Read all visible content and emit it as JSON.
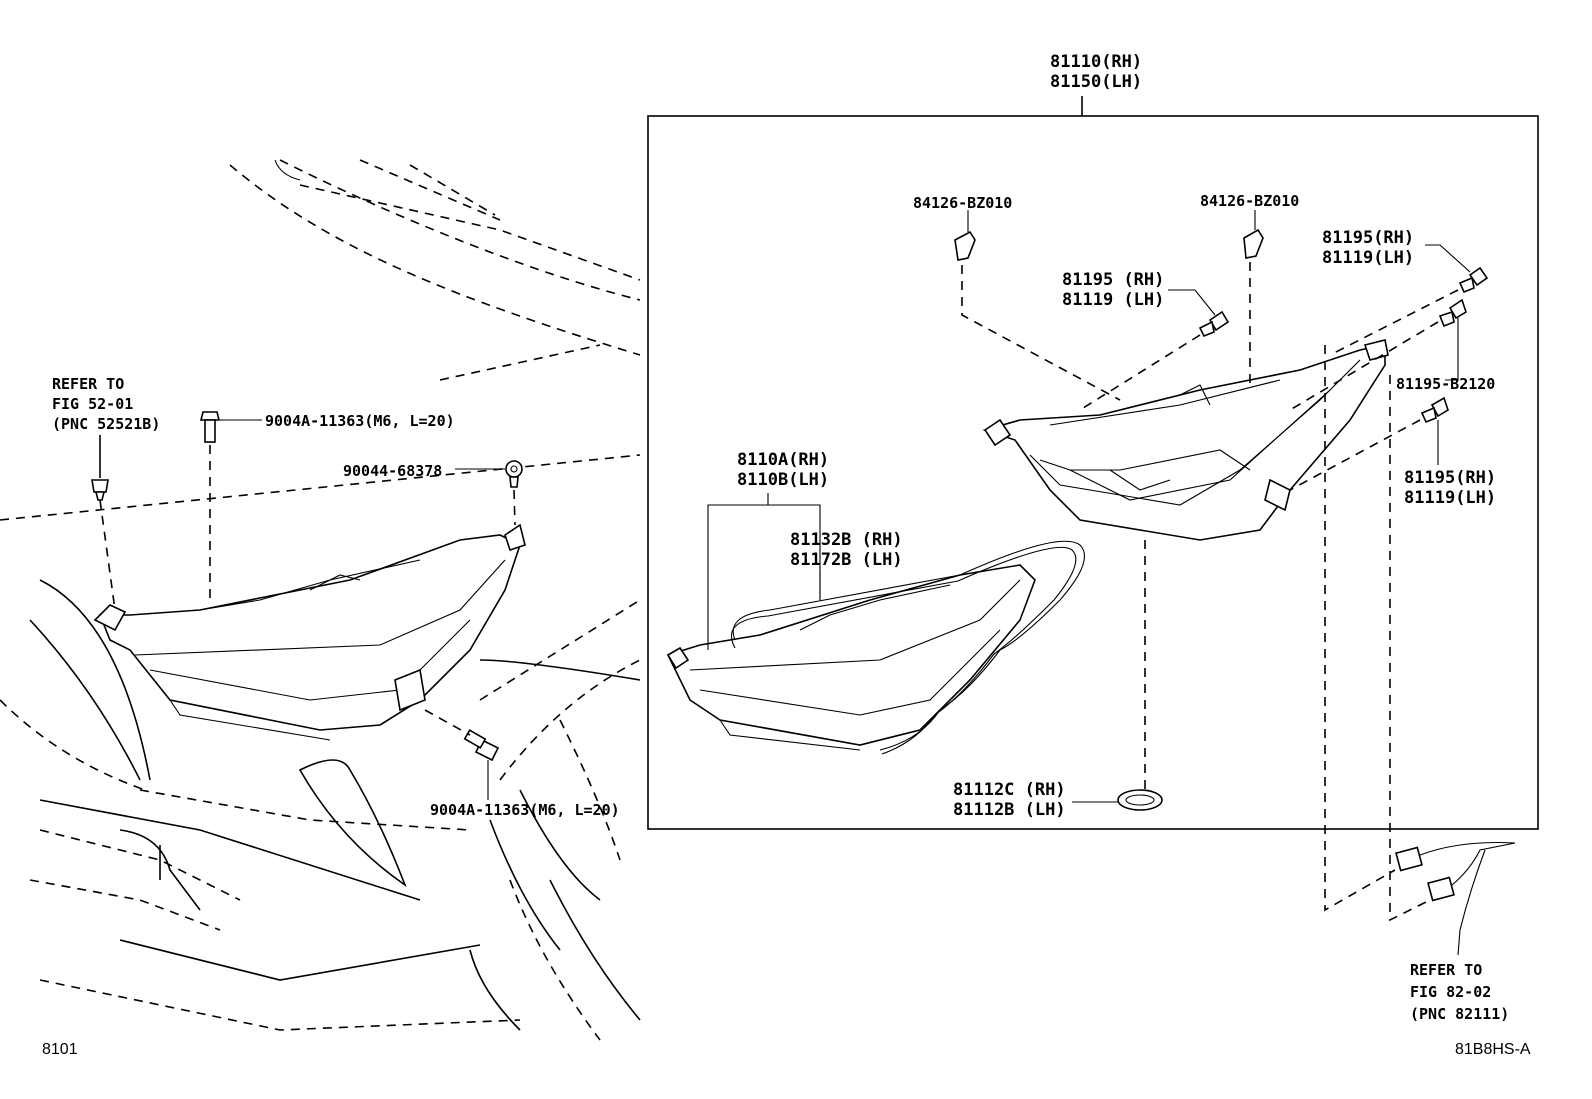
{
  "labels": {
    "assy_rh": "81110",
    "assy_rh_side": "(RH)",
    "assy_lh": "81150",
    "assy_lh_side": "(LH)",
    "cover_left": "84126-BZ010",
    "cover_right": "84126-BZ010",
    "screw_top_rh": "81195",
    "screw_top_rh_side": "(RH)",
    "screw_top_lh": "81119",
    "screw_top_lh_side": "(LH)",
    "screw_mid_rh": "81195",
    "screw_mid_rh_side": "(RH)",
    "screw_mid_lh": "81119",
    "screw_mid_lh_side": "(LH)",
    "screw_b2120": "81195-B2120",
    "screw_low_rh": "81195",
    "screw_low_rh_side": "(RH)",
    "screw_low_lh": "81119",
    "screw_low_lh_side": "(LH)",
    "unit_a": "8110A",
    "unit_a_side": "(RH)",
    "unit_b": "8110B",
    "unit_b_side": "(LH)",
    "wire_rh": "81132B",
    "wire_rh_side": "(RH)",
    "wire_lh": "81172B",
    "wire_lh_side": "(LH)",
    "cap_rh": "81112C",
    "cap_rh_side": "(RH)",
    "cap_lh": "81112B",
    "cap_lh_side": "(LH)",
    "refer_left_1": "REFER TO",
    "refer_left_2": "FIG 52-01",
    "refer_left_3": "(PNC 52521B)",
    "bolt_top": "9004A-11363",
    "bolt_top_spec": "(M6, L=20)",
    "nut": "90044-68378",
    "bolt_bottom": "9004A-11363",
    "bolt_bottom_spec": "(M6, L=20)",
    "refer_right_1": "REFER TO",
    "refer_right_2": "FIG 82-02",
    "refer_right_3": "(PNC 82111)",
    "page_code": "8101",
    "drawing_code": "81B8HS-A"
  }
}
